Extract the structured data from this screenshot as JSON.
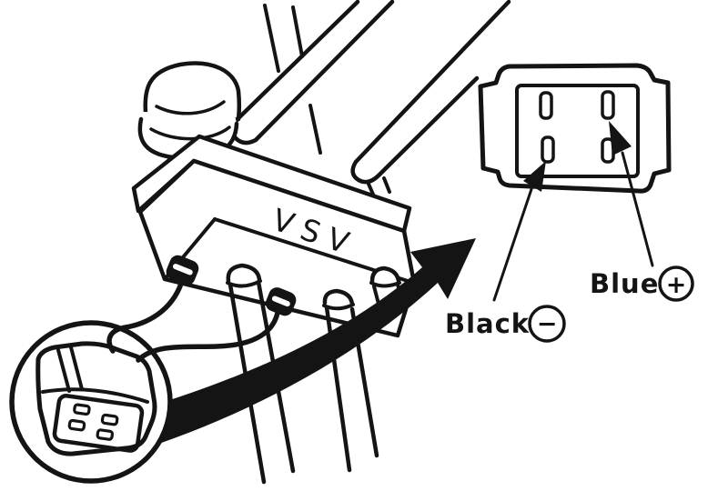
{
  "diagram": {
    "description": "VSV vacuum switching valve with wiring connector detail and pin polarity face view",
    "device_label": "VSV",
    "wire_labels": {
      "negative": "Black",
      "positive": "Blue"
    },
    "symbols": {
      "negative": "−",
      "positive": "+"
    },
    "colors": {
      "ink": "#141414",
      "paper": "#ffffff"
    }
  }
}
